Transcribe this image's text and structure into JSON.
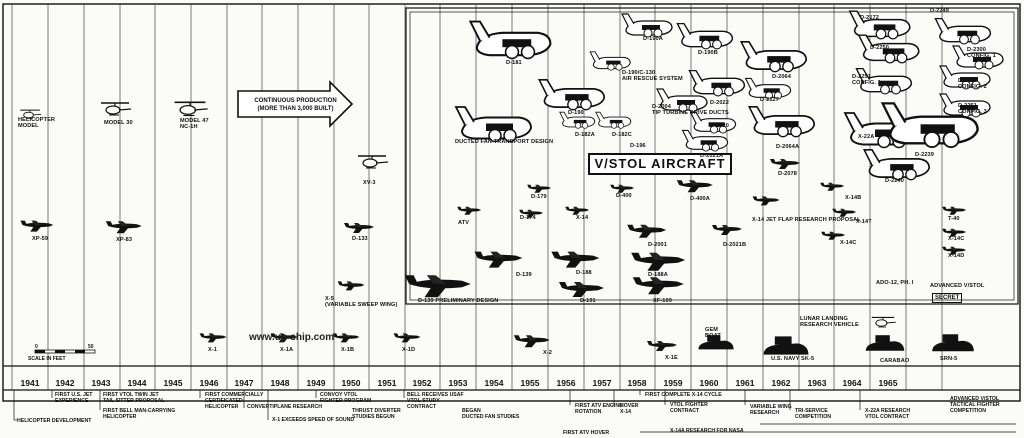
{
  "title": "V/STOL AIRCRAFT",
  "watermark": "www.up-ship.com",
  "continuous_production": "CONTINUOUS PRODUCTION\n(MORE THAN 3,000 BUILT)",
  "secret_label": "SECRET",
  "scale": {
    "title": "SCALE IN FEET",
    "ticks": [
      "0",
      "50"
    ]
  },
  "years": [
    "1941",
    "1942",
    "1943",
    "1944",
    "1945",
    "1946",
    "1947",
    "1948",
    "1949",
    "1950",
    "1951",
    "1952",
    "1953",
    "1954",
    "1955",
    "1956",
    "1957",
    "1958",
    "1959",
    "1960",
    "1961",
    "1962",
    "1963",
    "1964",
    "1965"
  ],
  "aircraft": [
    {
      "label": "HELICOPTER\nMODEL"
    },
    {
      "label": "MODEL 30"
    },
    {
      "label": "MODEL 47\nNC-1H"
    },
    {
      "label": "XP-59"
    },
    {
      "label": "XP-83"
    },
    {
      "label": "XV-3"
    },
    {
      "label": "D-133"
    },
    {
      "label": "X-5\n(VARIABLE SWEEP WING)"
    },
    {
      "label": "X-1"
    },
    {
      "label": "X-1A"
    },
    {
      "label": "X-1B"
    },
    {
      "label": "X-1D"
    },
    {
      "label": "D-181"
    },
    {
      "label": "D-190"
    },
    {
      "label": "D-190A"
    },
    {
      "label": "D-190/C-130\nAIR RESCUE SYSTEM"
    },
    {
      "label": "D-190B"
    },
    {
      "label": "D-182A"
    },
    {
      "label": "D-182C"
    },
    {
      "label": "D-2004\nTIP TURBINE DRIVE DUCTS"
    },
    {
      "label": "D-2022"
    },
    {
      "label": "D-2020"
    },
    {
      "label": "D-2021A"
    },
    {
      "label": "D-196"
    },
    {
      "label": "D-2064"
    },
    {
      "label": "D-2064A"
    },
    {
      "label": "D-2127"
    },
    {
      "label": "D-2078"
    },
    {
      "label": "DUCTED FAN TRANSPORT DESIGN"
    },
    {
      "label": "D-179"
    },
    {
      "label": "D-174"
    },
    {
      "label": "X-14"
    },
    {
      "label": "D-400"
    },
    {
      "label": "D-400A"
    },
    {
      "label": "D-2001"
    },
    {
      "label": "D-2021B"
    },
    {
      "label": "X-14 JET FLAP RESEARCH PROPOSAL"
    },
    {
      "label": "ATV"
    },
    {
      "label": "D-139"
    },
    {
      "label": "D-188"
    },
    {
      "label": "D-188A"
    },
    {
      "label": "D-191"
    },
    {
      "label": "XF-109"
    },
    {
      "label": "D-139 PRELIMINARY DESIGN"
    },
    {
      "label": "X-2"
    },
    {
      "label": "X-1E"
    },
    {
      "label": "GEM\nBOAT"
    },
    {
      "label": "U.S. NAVY SK-5"
    },
    {
      "label": "LUNAR LANDING\nRESEARCH VEHICLE"
    },
    {
      "label": "CARABAO"
    },
    {
      "label": "SRN-5"
    },
    {
      "label": "ADO-12, PH. I"
    },
    {
      "label": "ADVANCED V/STOL"
    },
    {
      "label": "X-14B"
    },
    {
      "label": "X-14T"
    },
    {
      "label": "X-14C"
    },
    {
      "label": "X-22A"
    },
    {
      "label": "D-2172"
    },
    {
      "label": "D-2250"
    },
    {
      "label": "D-2249"
    },
    {
      "label": "D-2300\nCONFIG. 1"
    },
    {
      "label": "D-2300\nCONFIG. 2"
    },
    {
      "label": "D-2251\nCONFIG. 1"
    },
    {
      "label": "D-2251\nCONFIG. 3"
    },
    {
      "label": "D-2239"
    },
    {
      "label": "D-2240"
    },
    {
      "label": "T-40"
    },
    {
      "label": "X-14C"
    },
    {
      "label": "X-14D"
    }
  ],
  "events": [
    {
      "text": "HELICOPTER DEVELOPMENT"
    },
    {
      "text": "FIRST U.S. JET\nEXPERIENCE"
    },
    {
      "text": "FIRST VTOL TWIN JET\nTAIL SITTER PROPOSAL"
    },
    {
      "text": "FIRST BELL MAN-CARRYING\nHELICOPTER"
    },
    {
      "text": "FIRST COMMERCIALLY\nCERTIFICATED\nHELICOPTER"
    },
    {
      "text": "CONVERTIPLANE RESEARCH"
    },
    {
      "text": "X-1 EXCEEDS SPEED OF SOUND"
    },
    {
      "text": "CONVOY VTOL\nFIGHTER PROGRAM"
    },
    {
      "text": "THRUST DIVERTER\nSTUDIES BEGUN"
    },
    {
      "text": "BELL RECEIVES USAF\nVTOL STUDY\nCONTRACT"
    },
    {
      "text": "BEGAN\nDUCTED FAN STUDIES"
    },
    {
      "text": "FIRST ATV ENGINE\nROTATION"
    },
    {
      "text": "FIRST ATV HOVER"
    },
    {
      "text": "HOVER\nX-14"
    },
    {
      "text": "FIRST COMPLETE X-14 CYCLE"
    },
    {
      "text": "VTOL FIGHTER\nCONTRACT"
    },
    {
      "text": "VARIABLE WING\nRESEARCH"
    },
    {
      "text": "X-14A RESEARCH FOR NASA"
    },
    {
      "text": "TRI-SERVICE\nCOMPETITION"
    },
    {
      "text": "X-22A RESEARCH\nVTOL CONTRACT"
    },
    {
      "text": "ADVANCED V/STOL\nTACTICAL FIGHTER\nCOMPETITION"
    }
  ]
}
